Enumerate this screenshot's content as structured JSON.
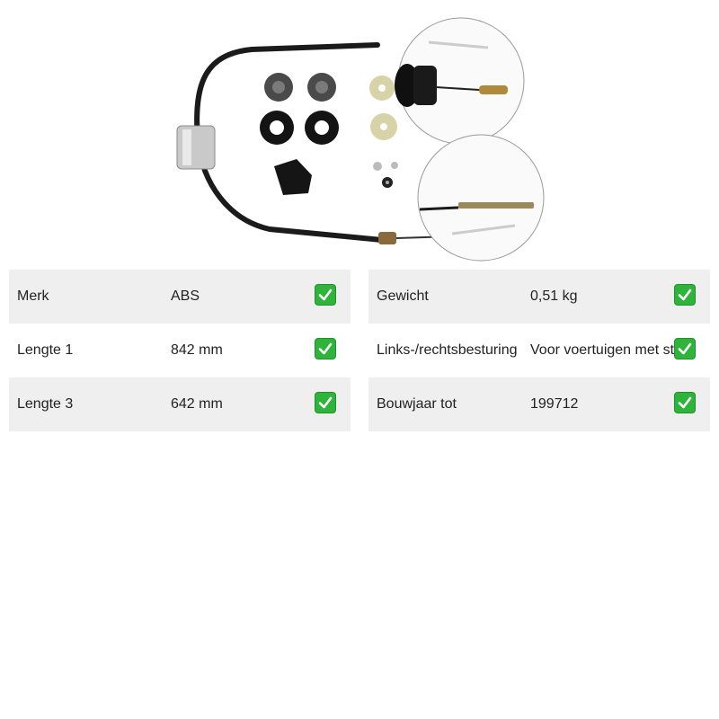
{
  "specs_left": [
    {
      "label": "Merk",
      "value": "ABS"
    },
    {
      "label": "Lengte 1",
      "value": "842 mm"
    },
    {
      "label": "Lengte 3",
      "value": "642 mm"
    }
  ],
  "specs_right": [
    {
      "label": "Gewicht",
      "value": "0,51 kg"
    },
    {
      "label": "Links-/rechtsbesturing",
      "value": "Voor voertuigen met stuur"
    },
    {
      "label": "Bouwjaar tot",
      "value": "199712"
    }
  ],
  "colors": {
    "row_shade": "#efefef",
    "check_green": "#2fb43b"
  },
  "icons": {
    "status": "check-mark-icon"
  }
}
